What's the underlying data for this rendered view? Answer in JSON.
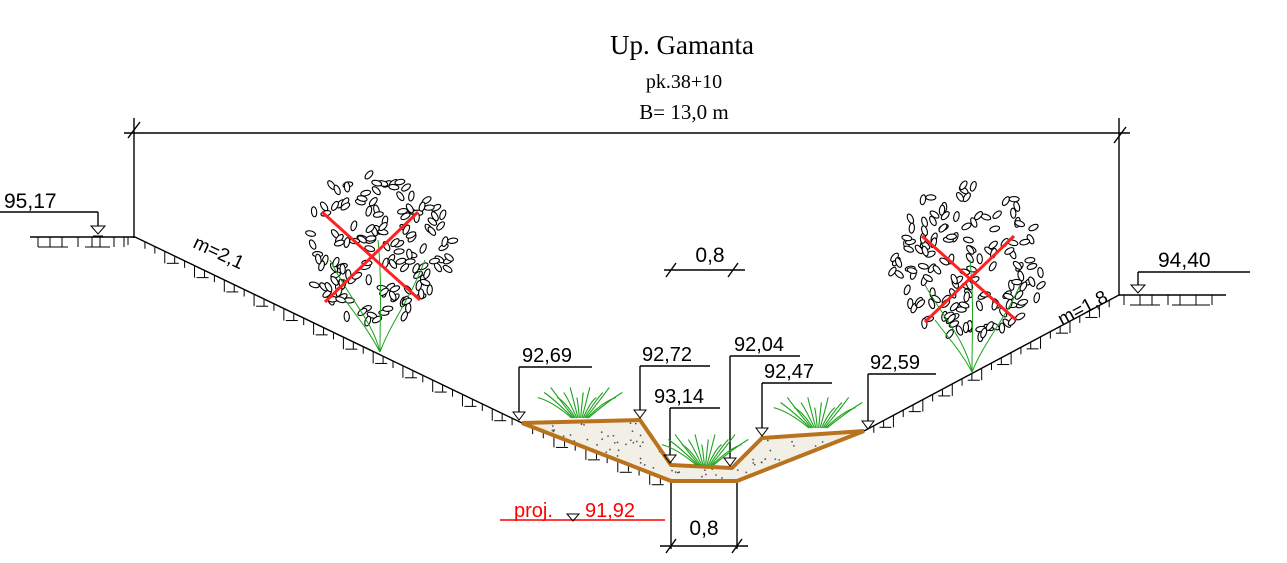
{
  "title": "Up. Gamanta",
  "chainage": "pk.38+10",
  "width_label": "B= 13,0 m",
  "bank_elevations": {
    "left": "95,17",
    "right": "94,40"
  },
  "slopes": {
    "left": "m=2,1",
    "right": "m=1,8"
  },
  "widths": {
    "top_bottom": "0,8",
    "bottom": "0,8"
  },
  "measured_elevations": [
    "92,69",
    "92,72",
    "93,14",
    "92,04",
    "92,47",
    "92,59"
  ],
  "design_level": {
    "prefix": "proj.",
    "value": "91,92"
  },
  "colors": {
    "line": "#000000",
    "profile": "#b8731c",
    "design": "#ff0000",
    "tree_cross": "#ff2020",
    "vegetation": "#1aa31a"
  }
}
